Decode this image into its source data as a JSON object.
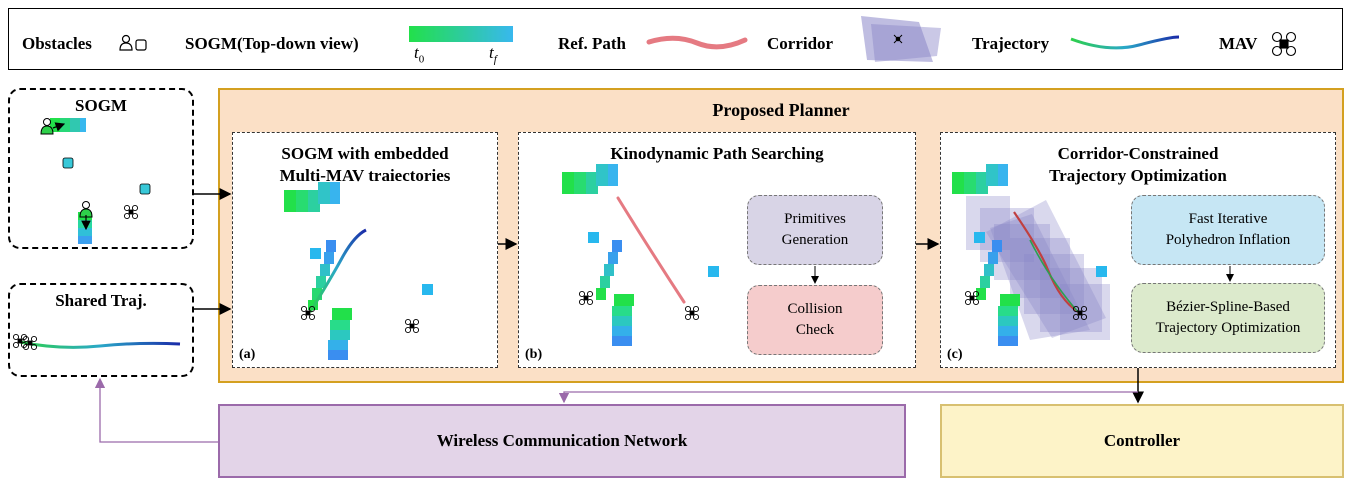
{
  "legend": {
    "obstacles": "Obstacles",
    "sogm": "SOGM(Top-down view)",
    "t0": "t",
    "t0_sub": "0",
    "tf": "t",
    "tf_sub": "f",
    "ref_path": "Ref. Path",
    "corridor": "Corridor",
    "trajectory": "Trajectory",
    "mav": "MAV"
  },
  "sogm_box": {
    "title": "SOGM"
  },
  "shared_box": {
    "title": "Shared Traj."
  },
  "planner": {
    "title": "Proposed Planner"
  },
  "panel_a": {
    "title_line1": "SOGM with embedded",
    "title_line2": "Multi-MAV traiectories",
    "tag": "(a)"
  },
  "panel_b": {
    "title": "Kinodynamic Path Searching",
    "tag": "(b)",
    "step1_line1": "Primitives",
    "step1_line2": "Generation",
    "step2_line1": "Collision",
    "step2_line2": "Check"
  },
  "panel_c": {
    "title_line1": "Corridor-Constrained",
    "title_line2": "Trajectory Optimization",
    "tag": "(c)",
    "step1_line1": "Fast Iterative",
    "step1_line2": "Polyhedron Inflation",
    "step2_line1": "Bézier-Spline-Based",
    "step2_line2": "Trajectory Optimization"
  },
  "wireless": "Wireless Communication Network",
  "controller": "Controller",
  "colors": {
    "planner_fill": "#fbe0c6",
    "planner_border": "#d4a020",
    "primitives_fill": "#d8d4e6",
    "collision_fill": "#f5cccc",
    "fip_fill": "#c6e6f4",
    "bezier_fill": "#dceacc",
    "wireless_fill": "#e3d4e8",
    "controller_fill": "#fdf3c8",
    "ref_path": "#e57a82",
    "corridor": "#8a86c8"
  }
}
